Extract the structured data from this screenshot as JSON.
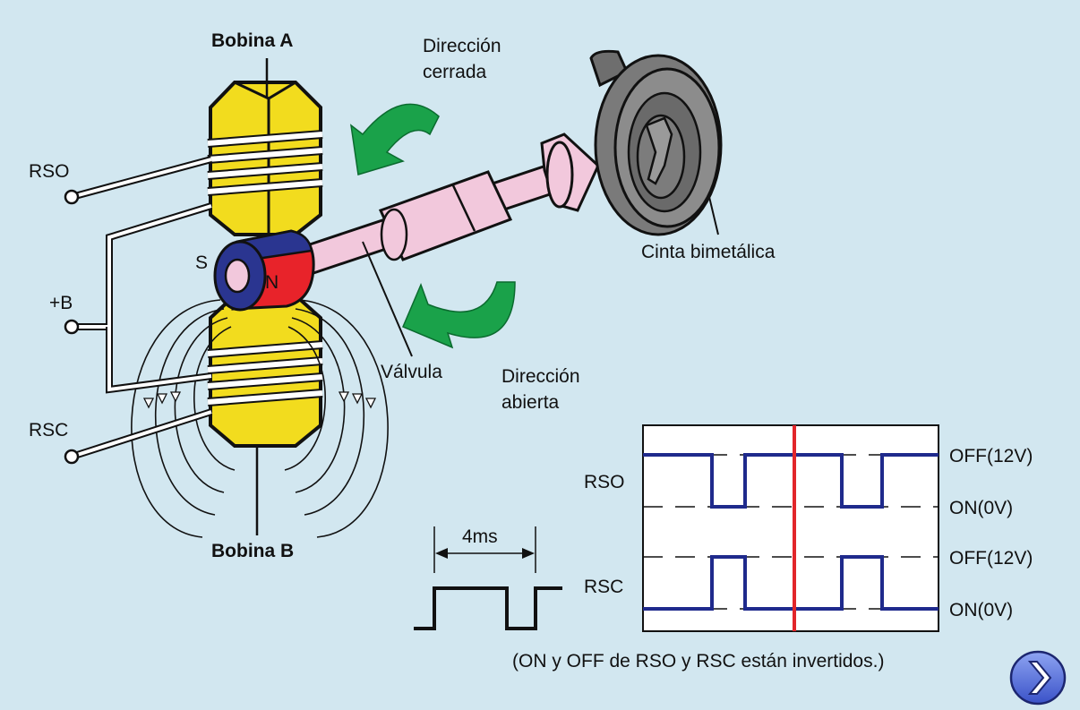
{
  "labels": {
    "coil_a": "Bobina A",
    "coil_b": "Bobina B",
    "rso": "RSO",
    "plus_b": "+B",
    "rsc": "RSC",
    "pole_s": "S",
    "pole_n": "N",
    "closed_dir_line1": "Dirección",
    "closed_dir_line2": "cerrada",
    "open_dir_line1": "Dirección",
    "open_dir_line2": "abierta",
    "valve": "Válvula",
    "bimetal": "Cinta bimetálica"
  },
  "timing": {
    "period": "4ms",
    "rso_label": "RSO",
    "rsc_label": "RSC",
    "off_label_top": "OFF(12V)",
    "on_label_top": "ON(0V)",
    "off_label_bottom": "OFF(12V)",
    "on_label_bottom": "ON(0V)",
    "note": "(ON y OFF de RSO y RSC están invertidos.)"
  },
  "colors": {
    "background": "#d2e7f0",
    "coil": "#f2dc1e",
    "magnet_north": "#e8232a",
    "magnet_south": "#2a3590",
    "arrow": "#1aa24a",
    "signal": "#1f2a8c",
    "marker": "#e2262b",
    "shaft": "#f2c8dc"
  },
  "nav": {
    "next_icon": "chevron-right-icon"
  }
}
